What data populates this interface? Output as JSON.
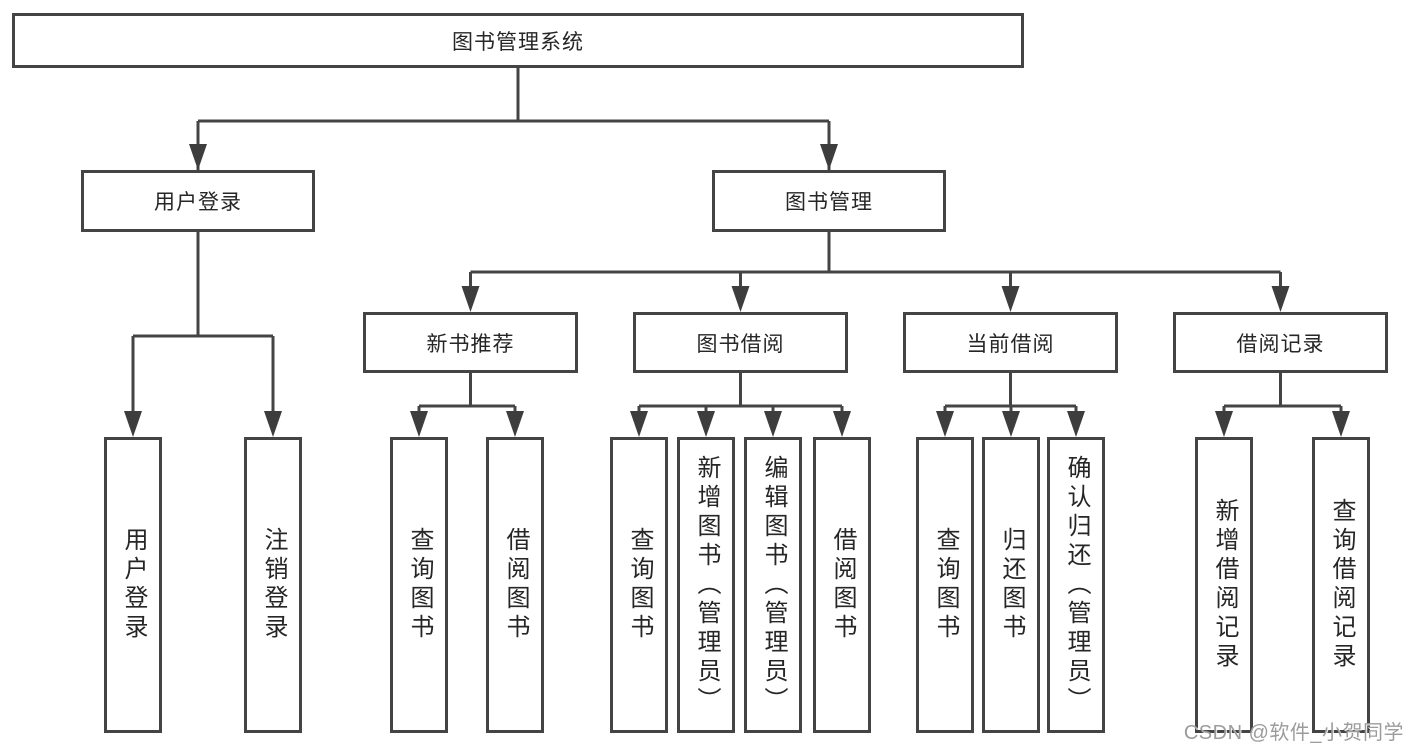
{
  "tree": {
    "root": {
      "label": "图书管理系统"
    },
    "branches": [
      {
        "label": "用户登录",
        "children": [
          {
            "label": "用户登录"
          },
          {
            "label": "注销登录"
          }
        ]
      },
      {
        "label": "图书管理",
        "children": [
          {
            "label": "新书推荐",
            "children": [
              {
                "label": "查询图书"
              },
              {
                "label": "借阅图书"
              }
            ]
          },
          {
            "label": "图书借阅",
            "children": [
              {
                "label": "查询图书"
              },
              {
                "label": "新增图书（管理员）"
              },
              {
                "label": "编辑图书（管理员）"
              },
              {
                "label": "借阅图书"
              }
            ]
          },
          {
            "label": "当前借阅",
            "children": [
              {
                "label": "查询图书"
              },
              {
                "label": "归还图书"
              },
              {
                "label": "确认归还（管理员）"
              }
            ]
          },
          {
            "label": "借阅记录",
            "children": [
              {
                "label": "新增借阅记录"
              },
              {
                "label": "查询借阅记录"
              }
            ]
          }
        ]
      }
    ]
  },
  "watermark": {
    "text": "CSDN @软件_小贺同学"
  },
  "colors": {
    "line": "#444444",
    "box_border": "#444444",
    "text": "#262626",
    "watermark": "#9c9c9c",
    "background": "#ffffff"
  }
}
